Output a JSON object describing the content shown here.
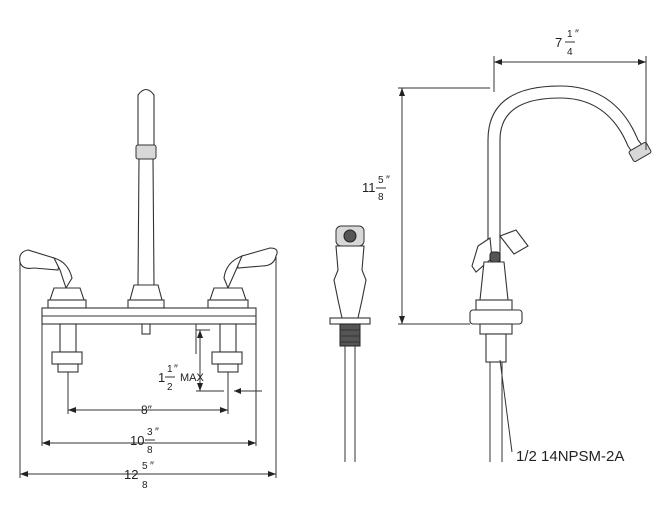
{
  "dimensions": {
    "spout_reach": {
      "whole": "7",
      "num": "1",
      "den": "4",
      "unit": "″"
    },
    "spout_height": {
      "whole": "11",
      "num": "5",
      "den": "8",
      "unit": "″"
    },
    "deck_thickness": {
      "whole": "1",
      "num": "1",
      "den": "2",
      "unit": "″",
      "suffix": "MAX"
    },
    "center_spacing": {
      "value": "8″"
    },
    "base_width": {
      "whole": "10",
      "num": "3",
      "den": "8",
      "unit": "″"
    },
    "overall_width": {
      "whole": "12",
      "num": "5",
      "den": "8",
      "unit": "″"
    }
  },
  "thread_label": "1/2  14NPSM-2A"
}
